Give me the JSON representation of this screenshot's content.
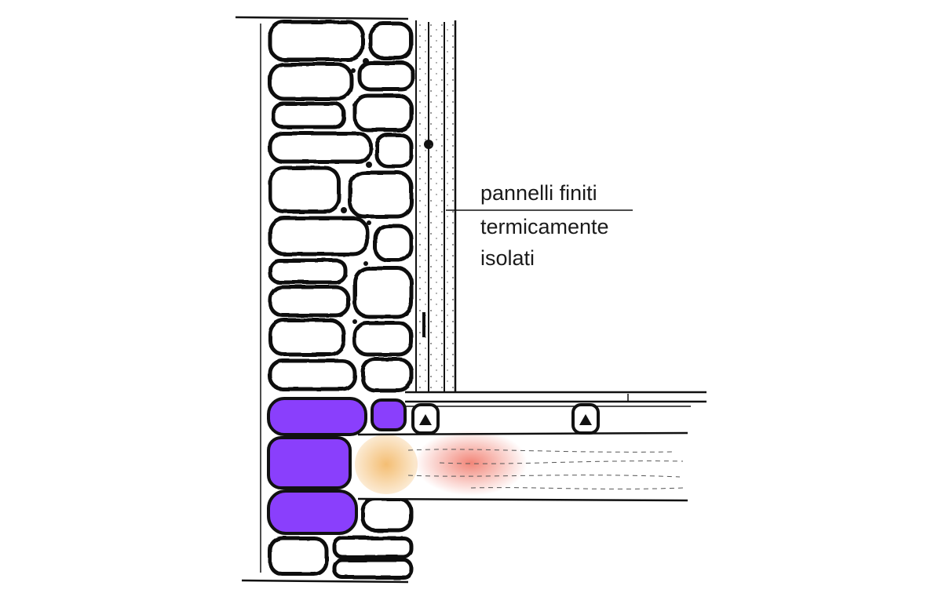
{
  "annotation": {
    "lines": [
      "pannelli finiti",
      "termicamente",
      "isolati"
    ]
  },
  "colors": {
    "ink": "#111111",
    "highlight_stone": "#8a3ffc",
    "beam_end_tint": "#f2b25a",
    "beam_rot_tint": "#f07060"
  },
  "legend_icons": [
    "stone-masonry-wall",
    "insulated-panel",
    "timber-floor-beam",
    "floor-joist"
  ]
}
